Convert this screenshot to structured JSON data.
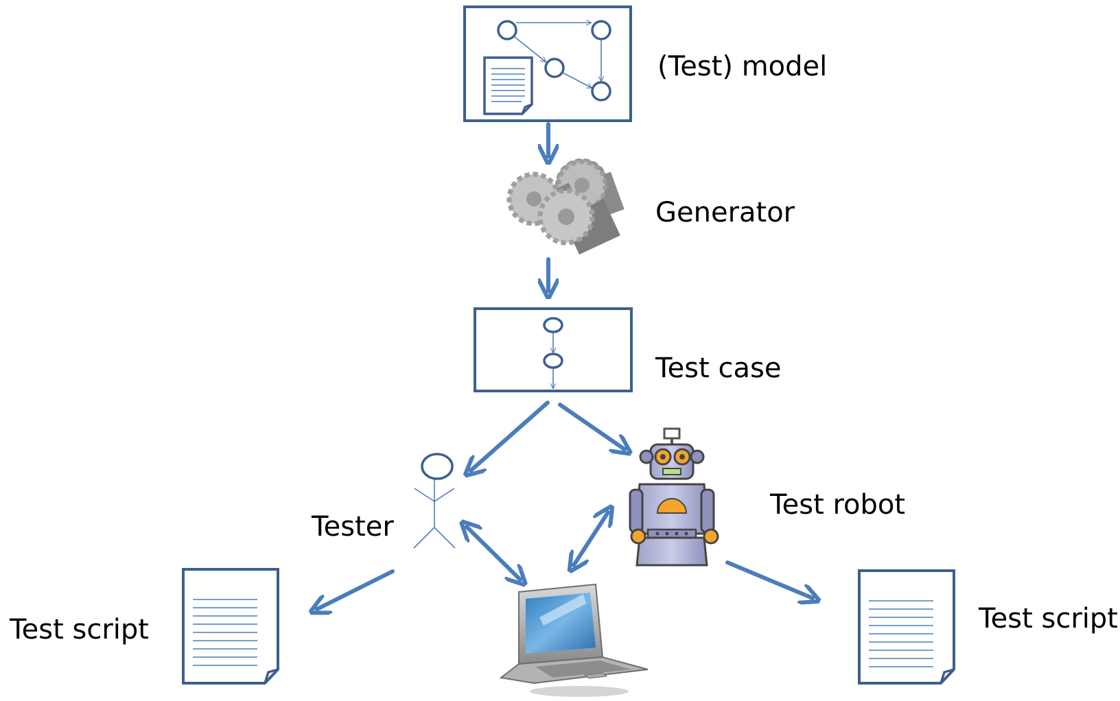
{
  "nodes": {
    "model": {
      "label": "(Test) model"
    },
    "generator": {
      "label": "Generator"
    },
    "test_case": {
      "label": "Test case"
    },
    "tester": {
      "label": "Tester"
    },
    "test_robot": {
      "label": "Test robot"
    },
    "script_left": {
      "label": "Test script"
    },
    "script_right": {
      "label": "Test script"
    }
  },
  "edges": [
    {
      "from": "model",
      "to": "generator"
    },
    {
      "from": "generator",
      "to": "test_case"
    },
    {
      "from": "test_case",
      "to": "tester"
    },
    {
      "from": "test_case",
      "to": "test_robot"
    },
    {
      "from": "tester",
      "to": "laptop",
      "bidirectional": true
    },
    {
      "from": "test_robot",
      "to": "laptop",
      "bidirectional": true
    },
    {
      "from": "tester",
      "to": "script_left"
    },
    {
      "from": "test_robot",
      "to": "script_right"
    }
  ],
  "icons": [
    "model-icon",
    "gears-icon",
    "test-case-icon",
    "stick-figure-icon",
    "robot-icon",
    "laptop-icon",
    "document-icon"
  ],
  "colors": {
    "stroke_blue": "#3d5f8f",
    "arrow_blue": "#4a7ebb"
  }
}
